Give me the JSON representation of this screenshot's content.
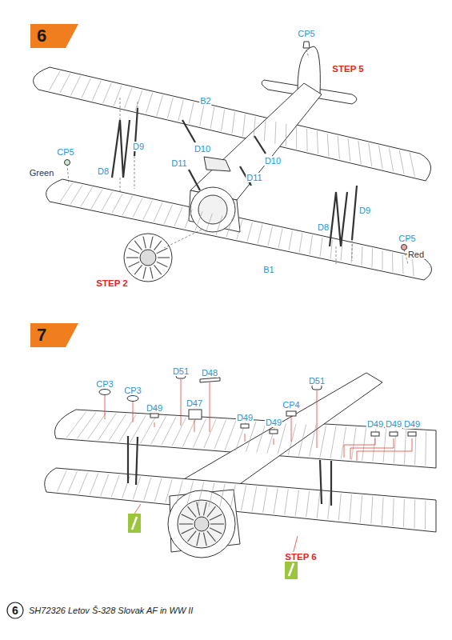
{
  "diagram": {
    "caption": "SH72326 Letov Š-328 Slovak AF in WW II",
    "nodes": [
      {
        "text": [
          "6"
        ]
      },
      {
        "text": [
          "7"
        ]
      },
      {
        "text": [
          "6"
        ]
      }
    ],
    "labels": [
      "CP5",
      "STEP 5",
      "B2",
      "CP5",
      "Green",
      "D8",
      "D9",
      "D10",
      "D11",
      "D10",
      "D11",
      "D9",
      "D8",
      "CP5",
      "Red",
      "B1",
      "STEP 2",
      "CP3",
      "CP3",
      "D51",
      "D48",
      "D47",
      "D49",
      "D49",
      "D49",
      "CP4",
      "D51",
      "D49",
      "D49",
      "D49",
      "STEP 6"
    ]
  }
}
